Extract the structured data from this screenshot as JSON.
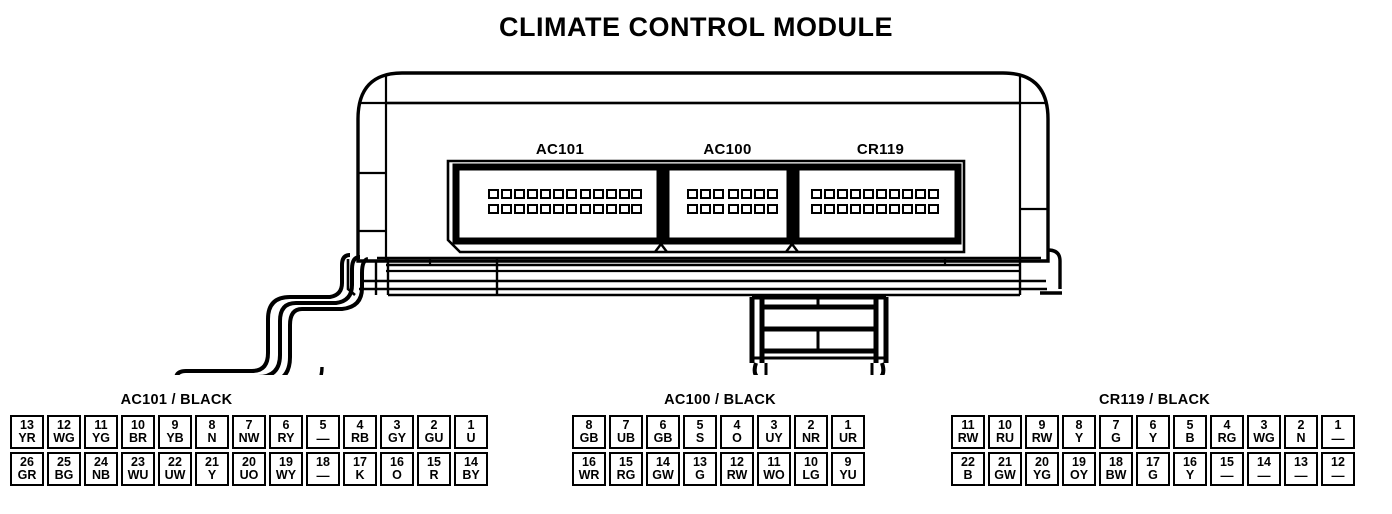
{
  "title": "CLIMATE CONTROL MODULE",
  "module": {
    "connector_labels": [
      {
        "name": "AC101"
      },
      {
        "name": "AC100"
      },
      {
        "name": "CR119"
      }
    ]
  },
  "tables": [
    {
      "id": "ac101",
      "title": "AC101 / BLACK",
      "columns": 13,
      "rows": [
        [
          {
            "pin": "13",
            "wire": "YR"
          },
          {
            "pin": "12",
            "wire": "WG"
          },
          {
            "pin": "11",
            "wire": "YG"
          },
          {
            "pin": "10",
            "wire": "BR"
          },
          {
            "pin": "9",
            "wire": "YB"
          },
          {
            "pin": "8",
            "wire": "N"
          },
          {
            "pin": "7",
            "wire": "NW"
          },
          {
            "pin": "6",
            "wire": "RY"
          },
          {
            "pin": "5",
            "wire": "—"
          },
          {
            "pin": "4",
            "wire": "RB"
          },
          {
            "pin": "3",
            "wire": "GY"
          },
          {
            "pin": "2",
            "wire": "GU"
          },
          {
            "pin": "1",
            "wire": "U"
          }
        ],
        [
          {
            "pin": "26",
            "wire": "GR"
          },
          {
            "pin": "25",
            "wire": "BG"
          },
          {
            "pin": "24",
            "wire": "NB"
          },
          {
            "pin": "23",
            "wire": "WU"
          },
          {
            "pin": "22",
            "wire": "UW"
          },
          {
            "pin": "21",
            "wire": "Y"
          },
          {
            "pin": "20",
            "wire": "UO"
          },
          {
            "pin": "19",
            "wire": "WY"
          },
          {
            "pin": "18",
            "wire": "—"
          },
          {
            "pin": "17",
            "wire": "K"
          },
          {
            "pin": "16",
            "wire": "O"
          },
          {
            "pin": "15",
            "wire": "R"
          },
          {
            "pin": "14",
            "wire": "BY"
          }
        ]
      ]
    },
    {
      "id": "ac100",
      "title": "AC100 / BLACK",
      "columns": 8,
      "rows": [
        [
          {
            "pin": "8",
            "wire": "GB"
          },
          {
            "pin": "7",
            "wire": "UB"
          },
          {
            "pin": "6",
            "wire": "GB"
          },
          {
            "pin": "5",
            "wire": "S"
          },
          {
            "pin": "4",
            "wire": "O"
          },
          {
            "pin": "3",
            "wire": "UY"
          },
          {
            "pin": "2",
            "wire": "NR"
          },
          {
            "pin": "1",
            "wire": "UR"
          }
        ],
        [
          {
            "pin": "16",
            "wire": "WR"
          },
          {
            "pin": "15",
            "wire": "RG"
          },
          {
            "pin": "14",
            "wire": "GW"
          },
          {
            "pin": "13",
            "wire": "G"
          },
          {
            "pin": "12",
            "wire": "RW"
          },
          {
            "pin": "11",
            "wire": "WO"
          },
          {
            "pin": "10",
            "wire": "LG"
          },
          {
            "pin": "9",
            "wire": "YU"
          }
        ]
      ]
    },
    {
      "id": "cr119",
      "title": "CR119 / BLACK",
      "columns": 11,
      "rows": [
        [
          {
            "pin": "11",
            "wire": "RW"
          },
          {
            "pin": "10",
            "wire": "RU"
          },
          {
            "pin": "9",
            "wire": "RW"
          },
          {
            "pin": "8",
            "wire": "Y"
          },
          {
            "pin": "7",
            "wire": "G"
          },
          {
            "pin": "6",
            "wire": "Y"
          },
          {
            "pin": "5",
            "wire": "B"
          },
          {
            "pin": "4",
            "wire": "RG"
          },
          {
            "pin": "3",
            "wire": "WG"
          },
          {
            "pin": "2",
            "wire": "N"
          },
          {
            "pin": "1",
            "wire": "—"
          }
        ],
        [
          {
            "pin": "22",
            "wire": "B"
          },
          {
            "pin": "21",
            "wire": "GW"
          },
          {
            "pin": "20",
            "wire": "YG"
          },
          {
            "pin": "19",
            "wire": "OY"
          },
          {
            "pin": "18",
            "wire": "BW"
          },
          {
            "pin": "17",
            "wire": "G"
          },
          {
            "pin": "16",
            "wire": "Y"
          },
          {
            "pin": "15",
            "wire": "—"
          },
          {
            "pin": "14",
            "wire": "—"
          },
          {
            "pin": "13",
            "wire": "—"
          },
          {
            "pin": "12",
            "wire": "—"
          }
        ]
      ]
    }
  ],
  "colors": {
    "line": "#000000",
    "background": "#ffffff"
  }
}
